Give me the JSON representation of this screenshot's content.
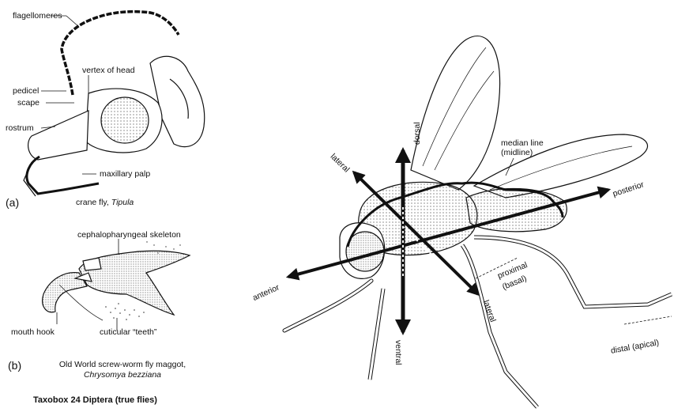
{
  "panel_a": {
    "tag": "(a)",
    "labels": {
      "flagellomeres": "flagellomeres",
      "vertex": "vertex of head",
      "pedicel": "pedicel",
      "scape": "scape",
      "rostrum": "rostrum",
      "maxillary_palp": "maxillary palp"
    },
    "caption_prefix": "crane fly, ",
    "caption_species": "Tipula"
  },
  "panel_b": {
    "tag": "(b)",
    "labels": {
      "cephalo": "cephalopharyngeal skeleton",
      "mouth_hook": "mouth hook",
      "teeth": "cuticular “teeth”"
    },
    "caption_line1": "Old World screw-worm fly maggot,",
    "caption_species": "Chrysomya bezziana"
  },
  "fly": {
    "labels": {
      "dorsal": "dorsal",
      "ventral": "ventral",
      "lateral_left": "lateral",
      "lateral_right": "lateral",
      "anterior": "anterior",
      "posterior": "posterior",
      "median_line": "median line",
      "midline": "(midline)",
      "proximal": "proximal",
      "basal": "(basal)",
      "distal": "distal (apical)"
    }
  },
  "footer": {
    "taxobox": "Taxobox 24",
    "order": "Diptera (true flies)"
  }
}
